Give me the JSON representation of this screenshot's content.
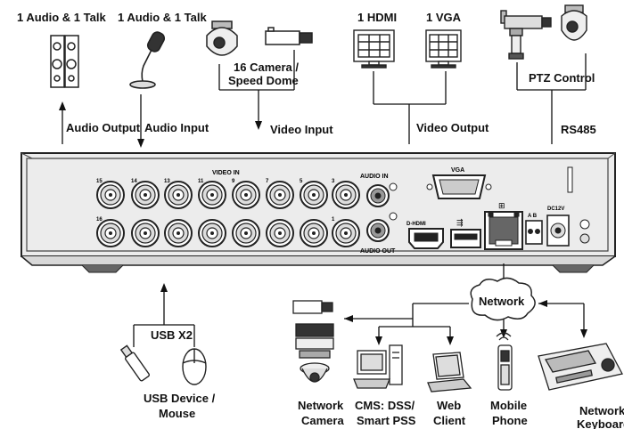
{
  "labels": {
    "audio_talk_1": "1 Audio & 1 Talk",
    "audio_talk_2": "1 Audio & 1 Talk",
    "camera_line1": "16 Camera /",
    "camera_line2": "Speed Dome",
    "hdmi": "1 HDMI",
    "vga": "1 VGA",
    "ptz_control": "PTZ Control",
    "audio_output": "Audio  Output",
    "audio_input": "Audio  Input",
    "video_input": "Video Input",
    "video_output": "Video Output",
    "rs485": "RS485",
    "usb_x2": "USB X2",
    "usb_line1": "USB Device /",
    "usb_line2": "Mouse",
    "network": "Network",
    "net_camera_1": "Network",
    "net_camera_2": "Camera",
    "cms_1": "CMS: DSS/",
    "cms_2": "Smart PSS",
    "web_1": "Web",
    "web_2": "Client",
    "mobile_1": "Mobile",
    "mobile_2": "Phone",
    "keyboard_1": "Network",
    "keyboard_2": "Keyboard"
  },
  "panel": {
    "video_in": "VIDEO IN",
    "audio_in": "AUDIO IN",
    "audio_out": "AUDIO OUT",
    "vga": "VGA",
    "hdmi": "D-HDMI",
    "ab": "A B",
    "dc": "DC12V",
    "bnc_top_numbers": [
      "15",
      "14",
      "13",
      "11",
      "9",
      "7",
      "5",
      "3"
    ],
    "bnc_bottom_numbers": [
      "16",
      "",
      "",
      "",
      "",
      "",
      "",
      "1"
    ]
  }
}
